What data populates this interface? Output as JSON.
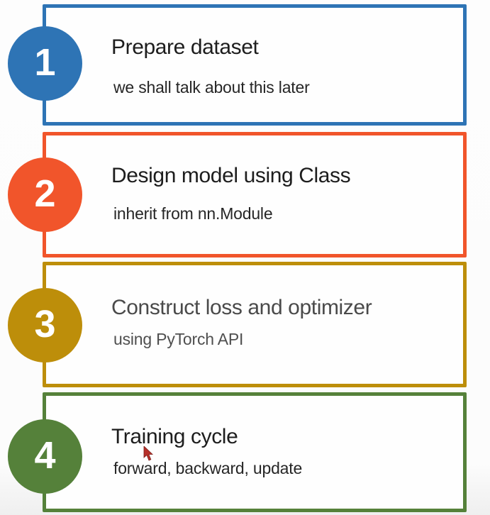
{
  "slide": {
    "description": "Four-step numbered process diagram for a PyTorch training pipeline",
    "steps": [
      {
        "number": "1",
        "title": "Prepare dataset",
        "subtitle": "we shall talk about this later",
        "accent": "#2e74b5",
        "title_color": "#1d1d1d",
        "subtitle_color": "#262626"
      },
      {
        "number": "2",
        "title": "Design model using Class",
        "subtitle": "inherit from nn.Module",
        "accent": "#f1552b",
        "title_color": "#1d1d1d",
        "subtitle_color": "#262626"
      },
      {
        "number": "3",
        "title": "Construct loss and optimizer",
        "subtitle": "using PyTorch API",
        "accent": "#bd8e0a",
        "title_color": "#4a4a4a",
        "subtitle_color": "#4f4f4f"
      },
      {
        "number": "4",
        "title": "Training cycle",
        "subtitle": "forward, backward, update",
        "accent": "#55813a",
        "title_color": "#1d1d1d",
        "subtitle_color": "#262626"
      }
    ],
    "cursor": {
      "color": "#b6302a",
      "edge_color": "#7e1f1b"
    },
    "number_text_color": "#ffffff"
  }
}
